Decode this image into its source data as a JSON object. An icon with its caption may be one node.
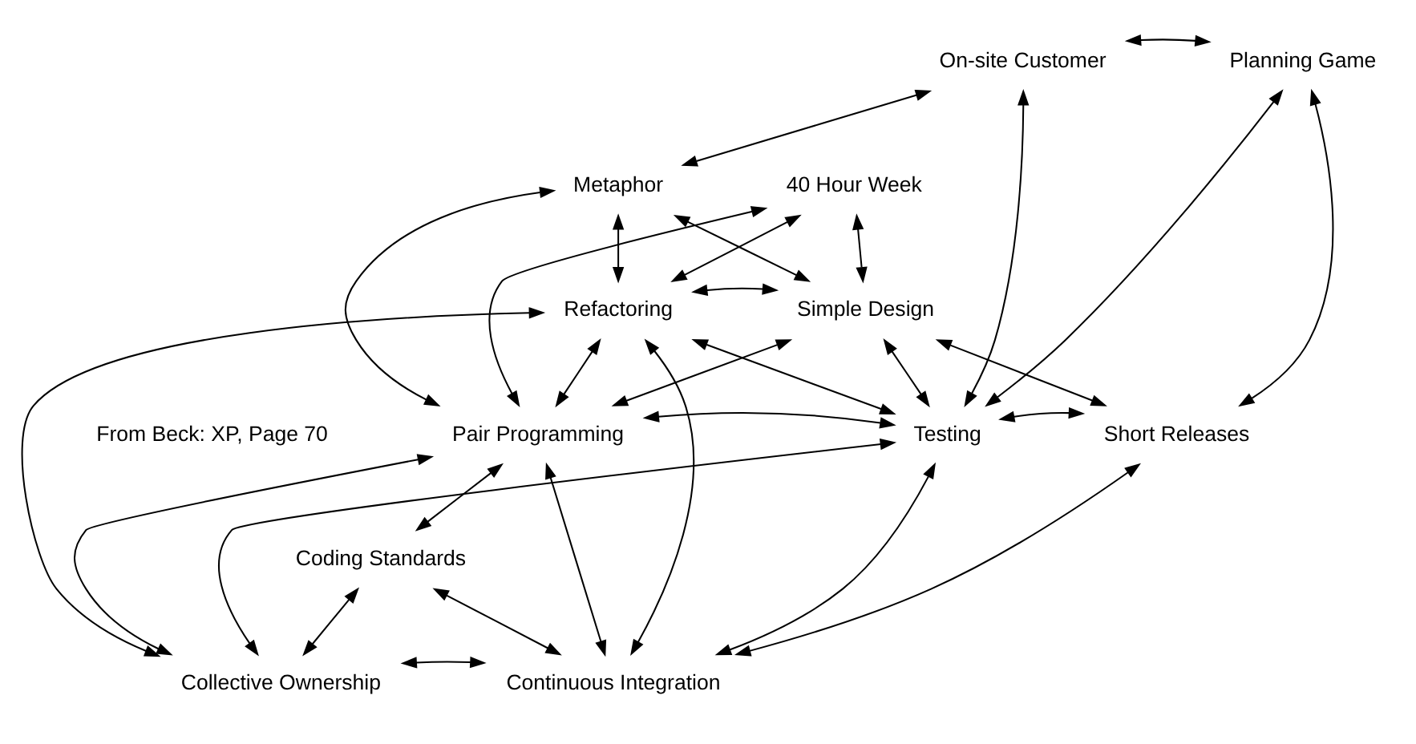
{
  "diagram": {
    "nodes": [
      {
        "text": [
          "On-site Customer"
        ]
      },
      {
        "text": [
          "Planning Game"
        ]
      },
      {
        "text": [
          "40 Hour Week"
        ]
      },
      {
        "text": [
          "Metaphor"
        ]
      },
      {
        "text": [
          "Refactoring"
        ]
      },
      {
        "text": [
          "Simple Design"
        ]
      },
      {
        "text": [
          "Short Releases"
        ]
      },
      {
        "text": [
          "Testing"
        ]
      },
      {
        "text": [
          "Pair Programming"
        ]
      },
      {
        "text": [
          "Coding Standards"
        ]
      },
      {
        "text": [
          "Collective Ownership"
        ]
      },
      {
        "text": [
          "Continuous Integration"
        ]
      }
    ],
    "edges": [
      {
        "from": 0,
        "to": 1,
        "arrow": "both"
      },
      {
        "from": 0,
        "to": 3,
        "arrow": "both"
      },
      {
        "from": 0,
        "to": 7,
        "arrow": "both"
      },
      {
        "from": 2,
        "to": 4,
        "arrow": "both"
      },
      {
        "from": 2,
        "to": 8,
        "arrow": "both"
      },
      {
        "from": 2,
        "to": 5,
        "arrow": "both"
      },
      {
        "from": 3,
        "to": 5,
        "arrow": "both"
      },
      {
        "from": 3,
        "to": 4,
        "arrow": "both"
      },
      {
        "from": 3,
        "to": 8,
        "arrow": "both"
      },
      {
        "from": 1,
        "to": 7,
        "arrow": "both"
      },
      {
        "from": 1,
        "to": 6,
        "arrow": "both"
      },
      {
        "from": 4,
        "to": 5,
        "arrow": "both"
      },
      {
        "from": 4,
        "to": 8,
        "arrow": "both"
      },
      {
        "from": 4,
        "to": 7,
        "arrow": "both"
      },
      {
        "from": 4,
        "to": 11,
        "arrow": "both"
      },
      {
        "from": 4,
        "to": 10,
        "arrow": "both"
      },
      {
        "from": 5,
        "to": 8,
        "arrow": "both"
      },
      {
        "from": 5,
        "to": 7,
        "arrow": "both"
      },
      {
        "from": 5,
        "to": 6,
        "arrow": "both"
      },
      {
        "from": 7,
        "to": 6,
        "arrow": "both"
      },
      {
        "from": 7,
        "to": 8,
        "arrow": "both"
      },
      {
        "from": 7,
        "to": 10,
        "arrow": "both"
      },
      {
        "from": 7,
        "to": 11,
        "arrow": "both"
      },
      {
        "from": 6,
        "to": 11,
        "arrow": "both"
      },
      {
        "from": 8,
        "to": 10,
        "arrow": "both"
      },
      {
        "from": 8,
        "to": 9,
        "arrow": "both"
      },
      {
        "from": 8,
        "to": 11,
        "arrow": "both"
      },
      {
        "from": 9,
        "to": 10,
        "arrow": "both"
      },
      {
        "from": 9,
        "to": 11,
        "arrow": "both"
      },
      {
        "from": 10,
        "to": 11,
        "arrow": "both"
      }
    ],
    "labels": [
      "From Beck: XP, Page 70"
    ]
  }
}
